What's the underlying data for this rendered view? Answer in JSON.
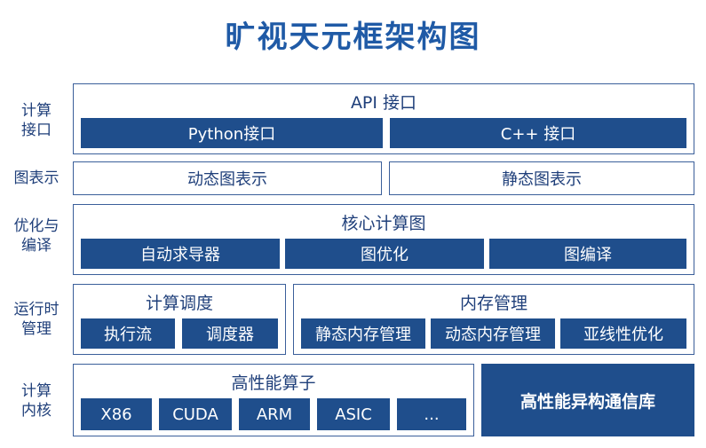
{
  "title": "旷视天元框架构图",
  "rows": {
    "api": {
      "side_label": "计算\n接口",
      "header": "API 接口",
      "blocks": [
        "Python接口",
        "C++ 接口"
      ]
    },
    "graph": {
      "side_label": "图表示",
      "blocks": [
        "动态图表示",
        "静态图表示"
      ]
    },
    "optimize": {
      "side_label": "优化与\n编译",
      "header": "核心计算图",
      "blocks": [
        "自动求导器",
        "图优化",
        "图编译"
      ]
    },
    "runtime": {
      "side_label": "运行时\n管理",
      "left_header": "计算调度",
      "left_blocks": [
        "执行流",
        "调度器"
      ],
      "right_header": "内存管理",
      "right_blocks": [
        "静态内存管理",
        "动态内存管理",
        "亚线性优化"
      ]
    },
    "kernel": {
      "side_label": "计算\n内核",
      "header": "高性能算子",
      "blocks": [
        "X86",
        "CUDA",
        "ARM",
        "ASIC",
        "..."
      ],
      "comm_block": "高性能异构通信库"
    }
  },
  "colors": {
    "block_fill": "#1f4e8c",
    "border": "#3b5f9a",
    "title": "#1f5aa6"
  }
}
